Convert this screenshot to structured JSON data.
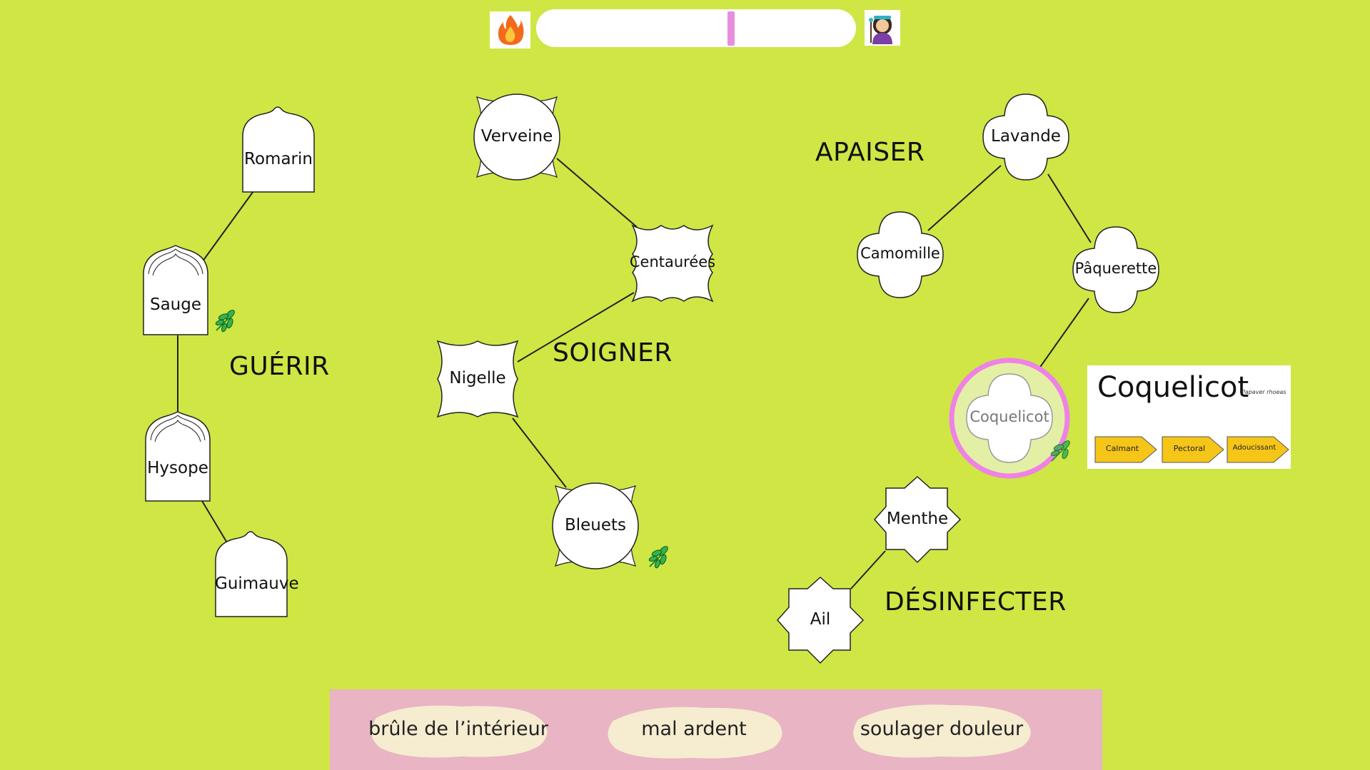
{
  "top_bar": {
    "fire_icon": "fire-icon",
    "avatar_icon": "mage-woman-icon",
    "progress_value": 0.61
  },
  "categories": {
    "guerir": "GUÉRIR",
    "soigner": "SOIGNER",
    "apaiser": "APAISER",
    "desinfecter": "DÉSINFECTER"
  },
  "plants": {
    "romarin": "Romarin",
    "sauge": "Sauge",
    "hysope": "Hysope",
    "guimauve": "Guimauve",
    "verveine": "Verveine",
    "centaurees": "Centaurées",
    "nigelle": "Nigelle",
    "bleuets": "Bleuets",
    "lavande": "Lavande",
    "camomille": "Camomille",
    "paquerette": "Pâquerette",
    "coquelicot": "Coquelicot",
    "menthe": "Menthe",
    "ail": "Ail"
  },
  "info_card": {
    "title": "Coquelicot",
    "latin": "Papaver rhoeas",
    "tags": [
      "Calmant",
      "Pectoral",
      "Adoucissant"
    ]
  },
  "symptoms": [
    "brûle de l’intérieur",
    "mal ardent",
    "soulager douleur"
  ],
  "colors": {
    "background": "#cfe645",
    "panel": "#e9b4c3",
    "highlight_ring": "#ee82e6",
    "tag": "#f5c518",
    "leaf": "#1f8f2e"
  }
}
